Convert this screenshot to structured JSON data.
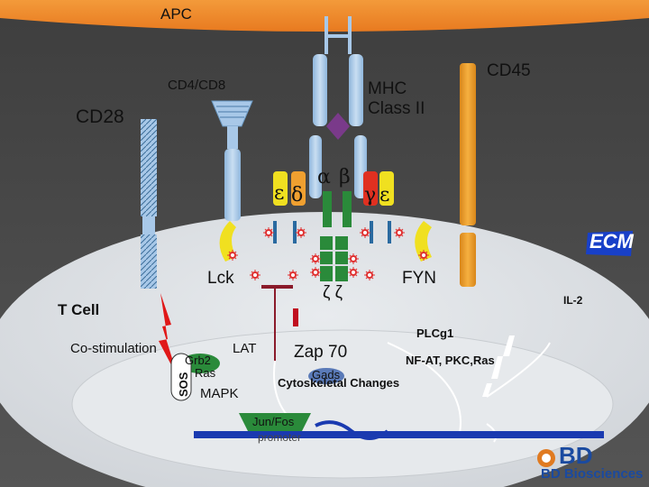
{
  "labels": {
    "apc": "APC",
    "cd4_cd8": "CD4/CD8",
    "mhc_line1": "MHC",
    "mhc_line2": "Class II",
    "cd45": "CD45",
    "cd28": "CD28",
    "epsilon_left": "ε",
    "delta": "δ",
    "alpha": "α",
    "beta": "β",
    "gamma": "γ",
    "epsilon_right": "ε",
    "lck": "Lck",
    "zeta_zeta": "ζ ζ",
    "fyn": "FYN",
    "t_cell": "T Cell",
    "il2": "IL-2",
    "co_stimulation": "Co-stimulation",
    "lat": "LAT",
    "zap70": "Zap 70",
    "plcg1": "PLCg1",
    "nfat": "NF-AT, PKC,Ras",
    "grb2": "Grb2",
    "ras": "Ras",
    "sos": "SOS",
    "gads": "Gads",
    "cytoskeletal": "Cytoskeletal Changes",
    "mapk": "MAPK",
    "jun_fos": "Jun/Fos",
    "promoter": "promoter",
    "ecm": "ECM",
    "bd": "BD",
    "bd_biosciences": "BD Biosciences"
  },
  "colors": {
    "background": "#4a4a4a",
    "apc_membrane": "#f08a2a",
    "cell": "#d6dade",
    "cell_inner": "#e4e7ea",
    "receptor_blue": "#a8c8e8",
    "cd45_orange": "#f0a030",
    "epsilon_yellow": "#f0e020",
    "delta_orange": "#f0a030",
    "gamma_red": "#e03020",
    "zeta_green": "#2a8a3a",
    "lightning_red": "#e01818",
    "dna_blue": "#1a3ab0",
    "ecm_blue": "#1840c8",
    "bd_blue": "#1a4aa0",
    "bd_orange": "#e07a20"
  }
}
